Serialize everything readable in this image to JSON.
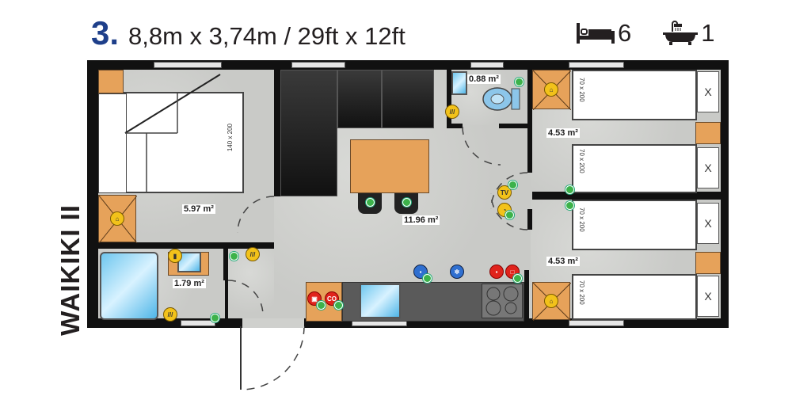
{
  "header": {
    "number": "3.",
    "dimensions": "8,8m x 3,74m / 29ft x 12ft",
    "beds_icon": "bed-icon",
    "beds_count": "6",
    "bath_icon": "bathtub-icon",
    "bath_count": "1"
  },
  "model_name": "WAIKIKI II",
  "rooms": {
    "master_bedroom": {
      "area": "5.97 m²",
      "bed_size": "140 x 200"
    },
    "living_kitchen": {
      "area": "11.96 m²"
    },
    "wc": {
      "area": "0.88 m²"
    },
    "bathroom": {
      "area": "1.79 m²"
    },
    "bedroom_2": {
      "area": "4.53 m²",
      "bed_sizes": [
        "70 x 200",
        "70 x 200"
      ]
    },
    "bedroom_3": {
      "area": "4.53 m²",
      "bed_sizes": [
        "70 x 200",
        "70 x 200"
      ]
    }
  },
  "badges": {
    "tv": "TV",
    "co": "CO",
    "heater": "///"
  },
  "colors": {
    "brand_blue": "#1e3f8a",
    "wall": "#111111",
    "floor": "#cfd0cd",
    "wood": "#e6a25a",
    "badge_yellow": "#f2c21a",
    "badge_red": "#e0231c",
    "badge_blue": "#2f6fd0",
    "outlet_green": "#3cb24a"
  }
}
